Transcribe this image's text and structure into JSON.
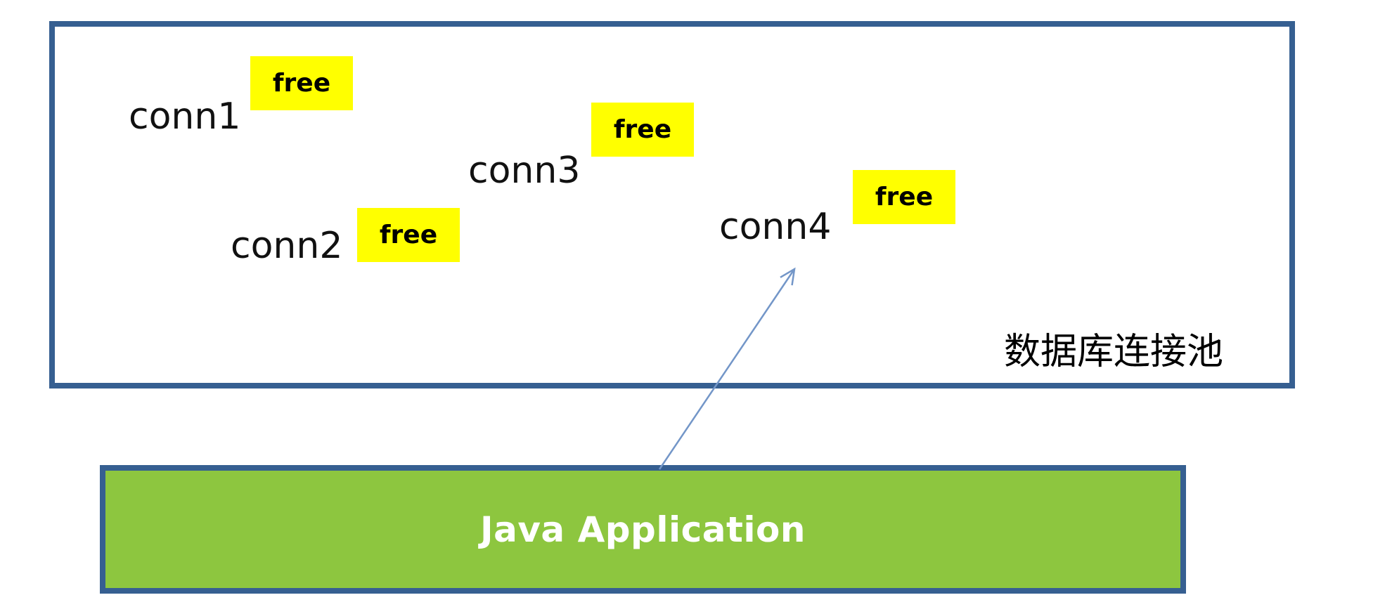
{
  "pool": {
    "label": "数据库连接池",
    "connections": [
      {
        "name": "conn1",
        "status": "free"
      },
      {
        "name": "conn2",
        "status": "free"
      },
      {
        "name": "conn3",
        "status": "free"
      },
      {
        "name": "conn4",
        "status": "free"
      }
    ]
  },
  "app": {
    "label": "Java Application"
  },
  "arrow": {
    "from": "java-application",
    "to": "conn4"
  },
  "colors": {
    "box_border": "#365f91",
    "app_fill": "#8dc63f",
    "badge_bg": "#ffff00",
    "badge_text": "#000000",
    "arrow": "#7396c8",
    "label_text": "#111111"
  }
}
